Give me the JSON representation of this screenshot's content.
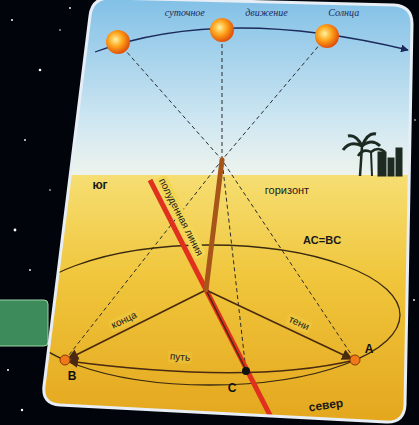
{
  "diagram": {
    "labels": [
      "суточное движение Солнца",
      "юг",
      "горизонт",
      "AC=BC",
      "полуденная линия",
      "конца",
      "путь",
      "тени",
      "A",
      "B",
      "C",
      "север"
    ]
  }
}
